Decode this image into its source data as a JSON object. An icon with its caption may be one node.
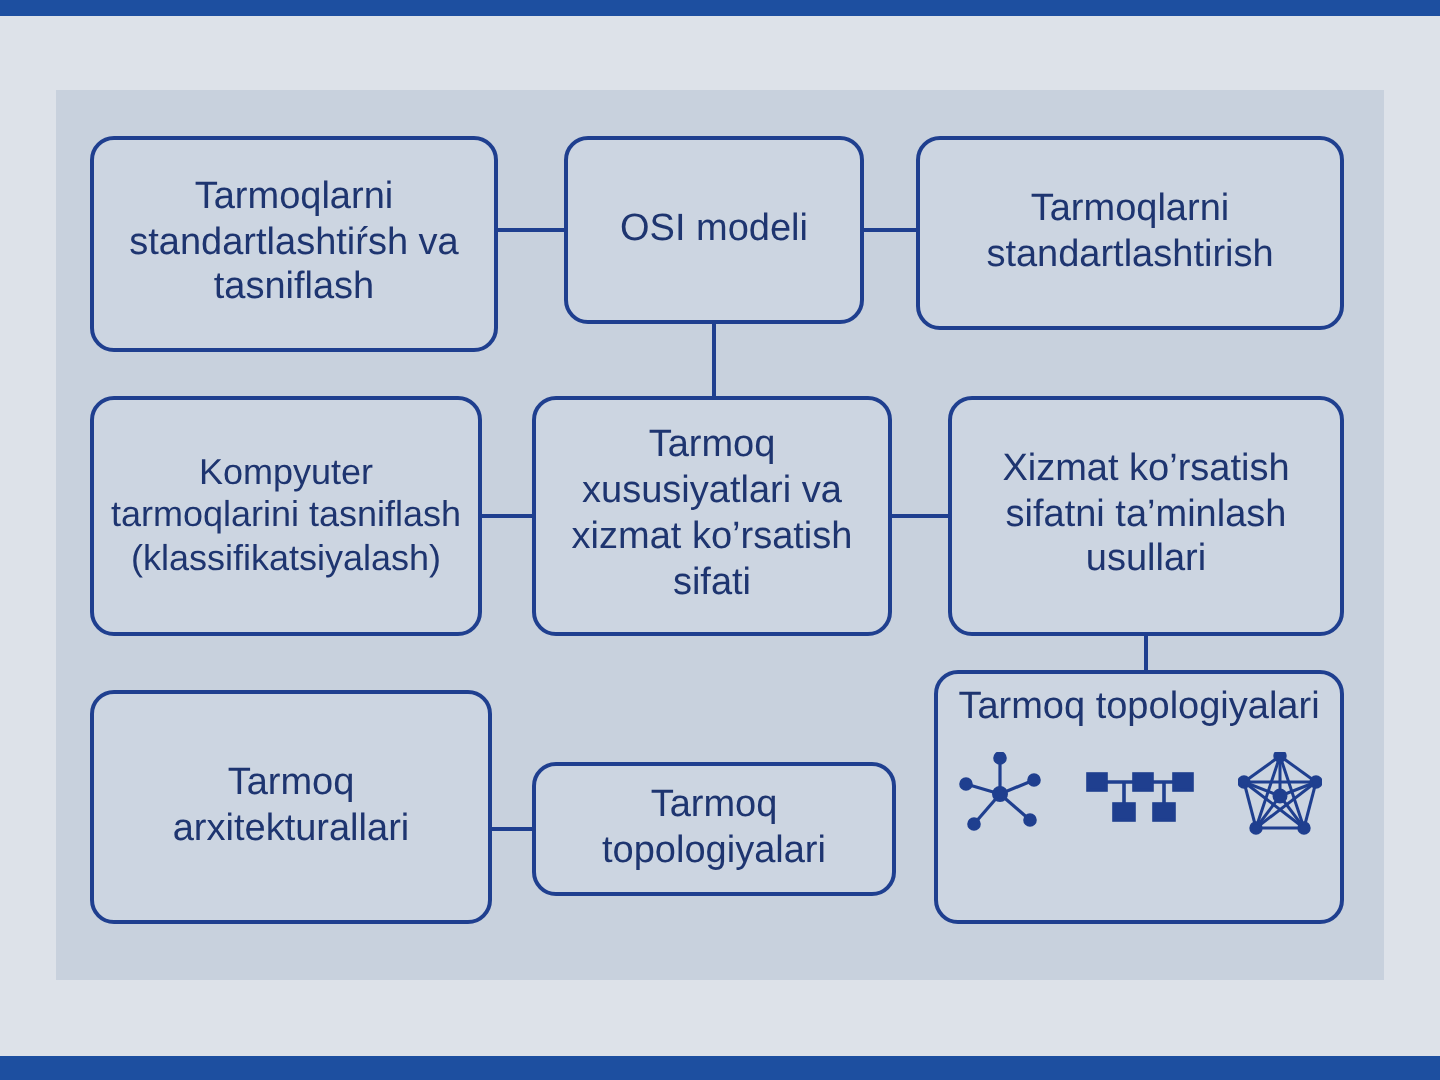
{
  "diagram": {
    "nodes": [
      {
        "text": [
          "Tarmoqlarni standartlashtiŕsh va tasniflash"
        ]
      },
      {
        "text": [
          "OSI modeli"
        ]
      },
      {
        "text": [
          "Tarmoqlarni standartlashtirish"
        ]
      },
      {
        "text": [
          "Kompyuter tarmoqlarini tasniflash (klassifikatsiyalash)"
        ]
      },
      {
        "text": [
          "Tarmoq xususiyatlari va xizmat ko’rsatish sifati"
        ]
      },
      {
        "text": [
          "Xizmat ko’rsatish sifatni ta’minlash usullari"
        ]
      },
      {
        "text": [
          "Tarmoq arxitekturallari"
        ]
      },
      {
        "text": [
          "Tarmoq topologiyalari"
        ]
      },
      {
        "text": [
          "Tarmoq topologiyalari"
        ]
      }
    ],
    "edges": [
      {
        "from": 0,
        "to": 1,
        "arrow": "none"
      },
      {
        "from": 1,
        "to": 2,
        "arrow": "none"
      },
      {
        "from": 1,
        "to": 4,
        "arrow": "none"
      },
      {
        "from": 3,
        "to": 4,
        "arrow": "none"
      },
      {
        "from": 4,
        "to": 5,
        "arrow": "none"
      },
      {
        "from": 5,
        "to": 8,
        "arrow": "none"
      },
      {
        "from": 6,
        "to": 7,
        "arrow": "none"
      }
    ]
  }
}
